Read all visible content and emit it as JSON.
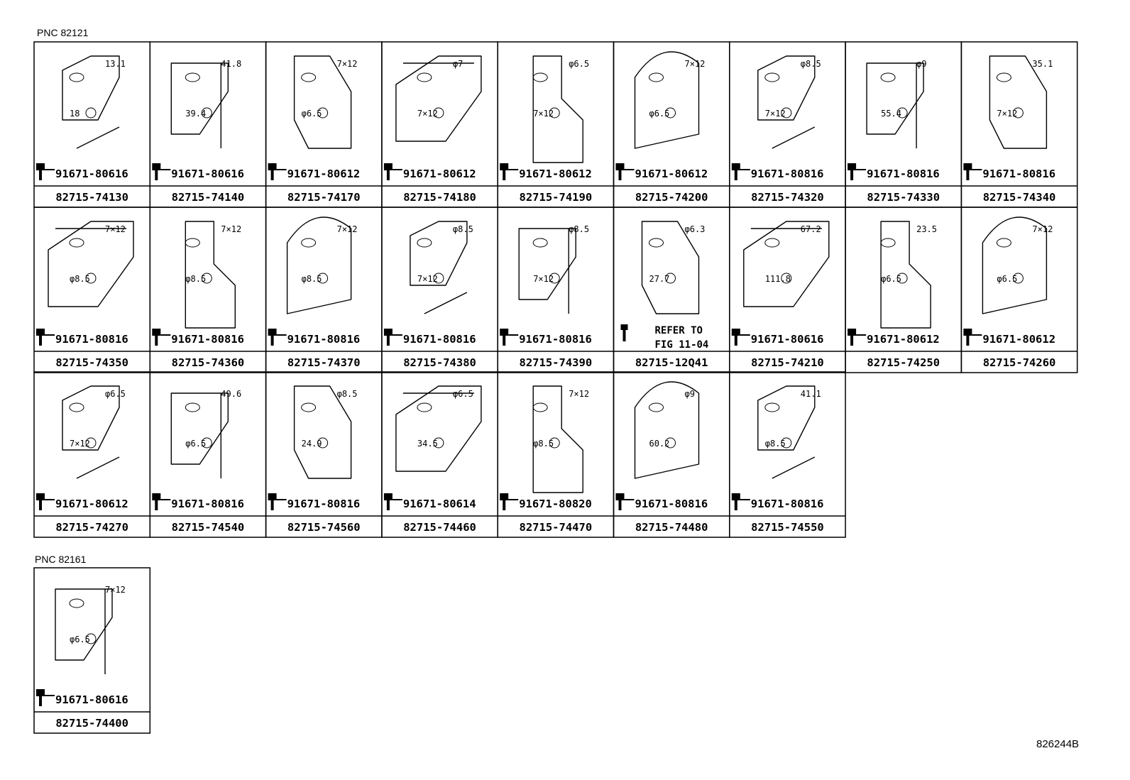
{
  "header": {
    "pnc_main": "PNC 82121",
    "pnc_secondary": "PNC 82161",
    "figure_number": "826244B"
  },
  "note_refer": [
    "REFER TO",
    "FIG 11-04"
  ],
  "grid_main": [
    [
      {
        "part": "82715-74130",
        "bolt": "91671-80616",
        "anns": [
          "13.1",
          "18"
        ]
      },
      {
        "part": "82715-74140",
        "bolt": "91671-80616",
        "anns": [
          "41.8",
          "39.4"
        ]
      },
      {
        "part": "82715-74170",
        "bolt": "91671-80612",
        "anns": [
          "7×12",
          "φ6.5"
        ]
      },
      {
        "part": "82715-74180",
        "bolt": "91671-80612",
        "anns": [
          "φ7",
          "7×12"
        ]
      },
      {
        "part": "82715-74190",
        "bolt": "91671-80612",
        "anns": [
          "φ6.5",
          "7×12"
        ]
      },
      {
        "part": "82715-74200",
        "bolt": "91671-80612",
        "anns": [
          "7×12",
          "φ6.5"
        ]
      },
      {
        "part": "82715-74320",
        "bolt": "91671-80816",
        "anns": [
          "φ8.5",
          "7×12"
        ]
      },
      {
        "part": "82715-74330",
        "bolt": "91671-80816",
        "anns": [
          "φ9",
          "55.4"
        ]
      },
      {
        "part": "82715-74340",
        "bolt": "91671-80816",
        "anns": [
          "35.1",
          "7×12"
        ]
      }
    ],
    [
      {
        "part": "82715-74350",
        "bolt": "91671-80816",
        "anns": [
          "7×12",
          "φ8.5"
        ]
      },
      {
        "part": "82715-74360",
        "bolt": "91671-80816",
        "anns": [
          "7×12",
          "φ8.5"
        ]
      },
      {
        "part": "82715-74370",
        "bolt": "91671-80816",
        "anns": [
          "7×12",
          "φ8.5"
        ]
      },
      {
        "part": "82715-74380",
        "bolt": "91671-80816",
        "anns": [
          "φ8.5",
          "7×12"
        ]
      },
      {
        "part": "82715-74390",
        "bolt": "91671-80816",
        "anns": [
          "φ8.5",
          "7×12"
        ]
      },
      {
        "part": "82715-12Q41",
        "bolt": "",
        "anns": [
          "φ6.3",
          "27.7"
        ]
      },
      {
        "part": "82715-74210",
        "bolt": "91671-80616",
        "anns": [
          "67.2",
          "111.8"
        ]
      },
      {
        "part": "82715-74250",
        "bolt": "91671-80612",
        "anns": [
          "23.5",
          "φ6.5"
        ]
      },
      {
        "part": "82715-74260",
        "bolt": "91671-80612",
        "anns": [
          "7×12",
          "φ6.5"
        ]
      }
    ],
    [
      {
        "part": "82715-74270",
        "bolt": "91671-80612",
        "anns": [
          "φ6.5",
          "7×12"
        ]
      },
      {
        "part": "82715-74540",
        "bolt": "91671-80816",
        "anns": [
          "49.6",
          "φ6.5"
        ]
      },
      {
        "part": "82715-74560",
        "bolt": "91671-80816",
        "anns": [
          "φ8.5",
          "24.9"
        ]
      },
      {
        "part": "82715-74460",
        "bolt": "91671-80614",
        "anns": [
          "φ6.5",
          "34.5"
        ]
      },
      {
        "part": "82715-74470",
        "bolt": "91671-80820",
        "anns": [
          "7×12",
          "φ8.5"
        ]
      },
      {
        "part": "82715-74480",
        "bolt": "91671-80816",
        "anns": [
          "φ9",
          "60.2"
        ]
      },
      {
        "part": "82715-74550",
        "bolt": "91671-80816",
        "anns": [
          "41.1",
          "φ8.5"
        ]
      }
    ]
  ],
  "grid_secondary": [
    {
      "part": "82715-74400",
      "bolt": "91671-80616",
      "anns": [
        "7×12",
        "φ6.5"
      ]
    }
  ]
}
